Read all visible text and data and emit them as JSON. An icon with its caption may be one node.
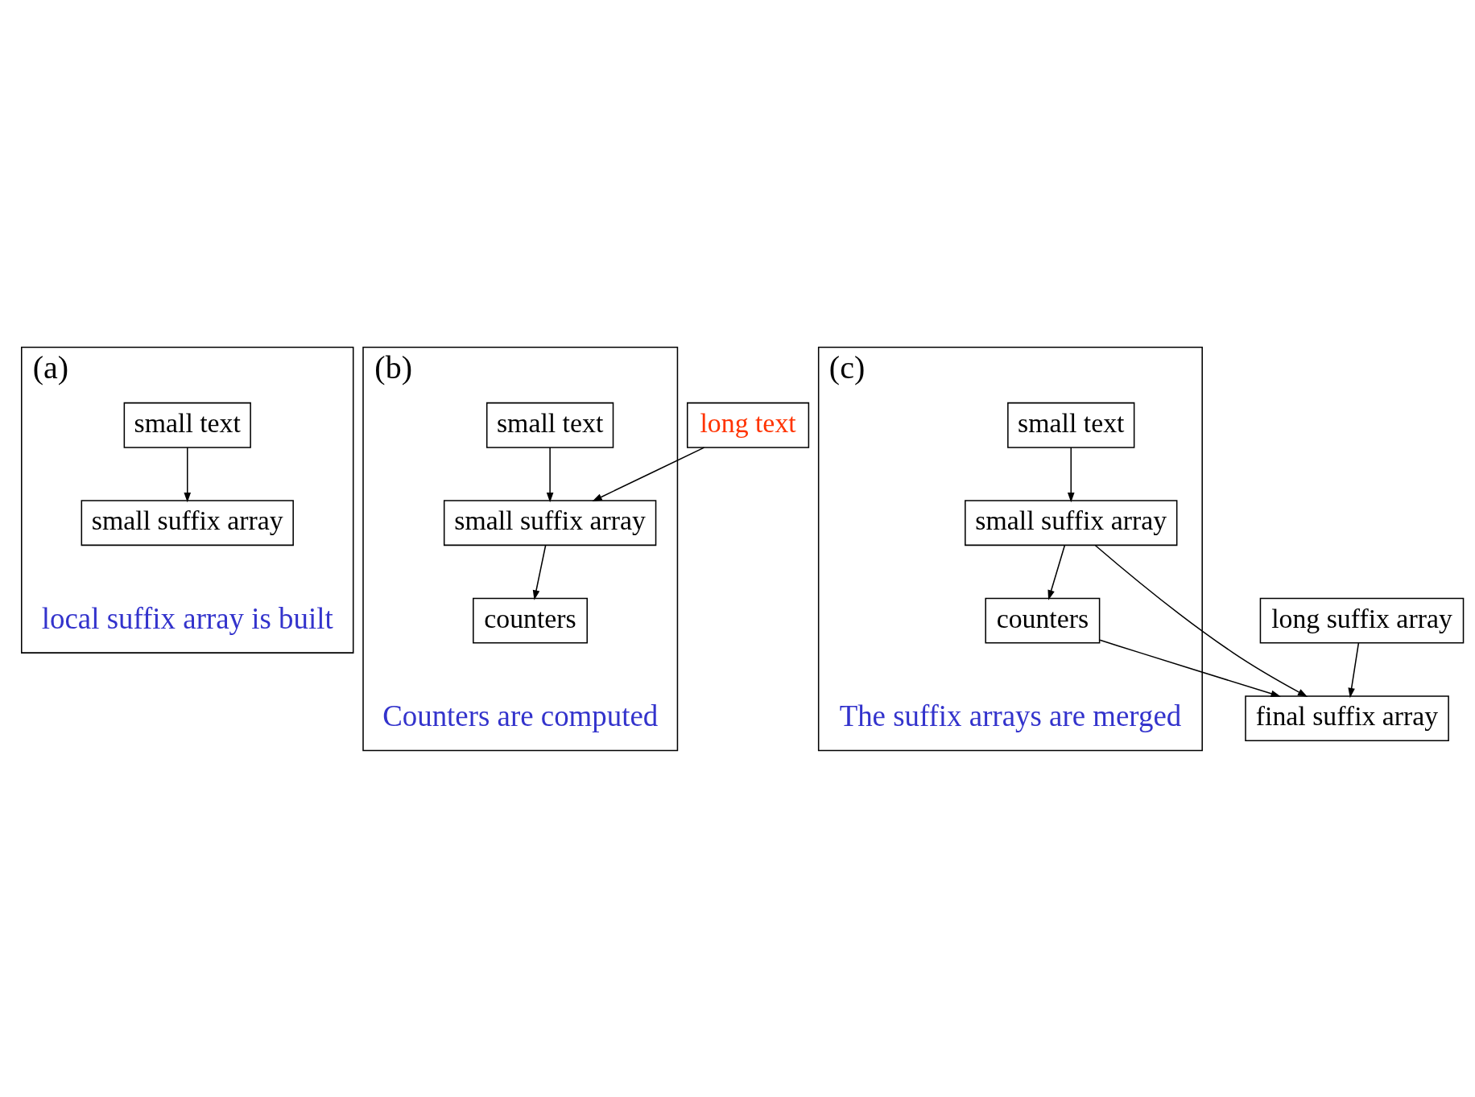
{
  "diagram": {
    "nodes": [
      {
        "text": [
          "(a)"
        ],
        "beside": [
          "local suffix array is built"
        ]
      },
      {
        "text": [
          "small text"
        ],
        "in": 0
      },
      {
        "text": [
          "small suffix array"
        ],
        "in": 0
      },
      {
        "text": [
          "(b)"
        ],
        "beside": [
          "Counters are computed"
        ]
      },
      {
        "text": [
          "small text"
        ],
        "in": 3
      },
      {
        "text": [
          "small suffix array"
        ],
        "in": 3
      },
      {
        "text": [
          "counters"
        ],
        "in": 3
      },
      {
        "text": [
          "long text"
        ]
      },
      {
        "text": [
          "(c)"
        ],
        "beside": [
          "The suffix arrays are merged"
        ]
      },
      {
        "text": [
          "small text"
        ],
        "in": 8
      },
      {
        "text": [
          "small suffix array"
        ],
        "in": 8
      },
      {
        "text": [
          "counters"
        ],
        "in": 8
      },
      {
        "text": [
          "long suffix array"
        ]
      },
      {
        "text": [
          "final suffix array"
        ]
      }
    ],
    "edges": [
      {
        "from": 1,
        "to": 2,
        "arrow": "to"
      },
      {
        "from": 4,
        "to": 5,
        "arrow": "to"
      },
      {
        "from": 7,
        "to": 5,
        "arrow": "to"
      },
      {
        "from": 5,
        "to": 6,
        "arrow": "to"
      },
      {
        "from": 9,
        "to": 10,
        "arrow": "to"
      },
      {
        "from": 10,
        "to": 11,
        "arrow": "to"
      },
      {
        "from": 10,
        "to": 13,
        "arrow": "to"
      },
      {
        "from": 12,
        "to": 13,
        "arrow": "to"
      },
      {
        "from": 11,
        "to": 13,
        "arrow": "to"
      }
    ]
  }
}
